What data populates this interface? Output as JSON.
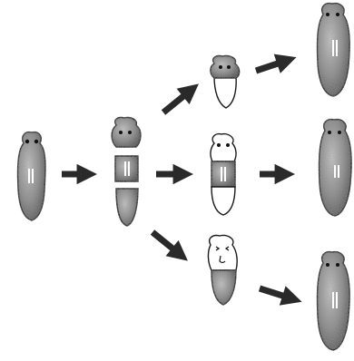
{
  "figure": {
    "description_visible_text": "",
    "colors": {
      "worm_fill": "#8e8e8e",
      "worm_dark": "#4a4a4a",
      "worm_light": "#c9c9c9",
      "outline": "#1a1a1a",
      "regenerating_tissue": "#ffffff",
      "arrow": "#2a2a2a"
    },
    "stages": [
      {
        "id": "intact",
        "label": ""
      },
      {
        "id": "cut-three-fragments",
        "label": ""
      },
      {
        "id": "head-fragment-regenerating",
        "label": ""
      },
      {
        "id": "trunk-fragment-regenerating",
        "label": ""
      },
      {
        "id": "tail-fragment-regenerating",
        "label": ""
      },
      {
        "id": "regenerated-worm-1",
        "label": ""
      },
      {
        "id": "regenerated-worm-2",
        "label": ""
      },
      {
        "id": "regenerated-worm-3",
        "label": ""
      }
    ]
  }
}
